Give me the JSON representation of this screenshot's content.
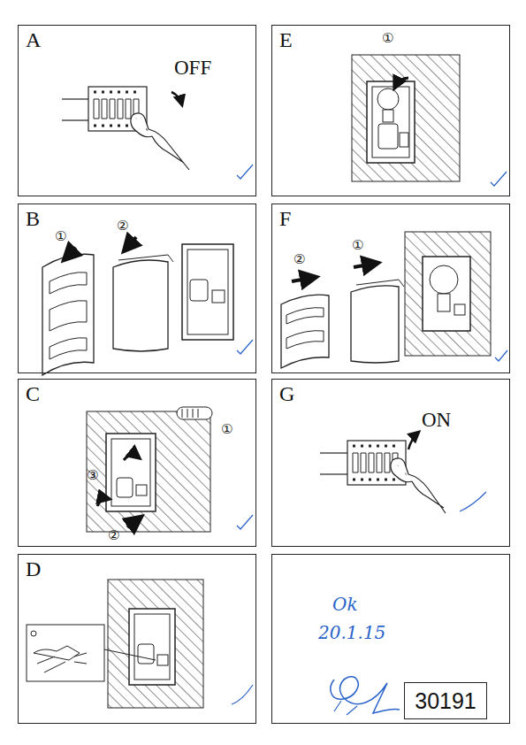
{
  "diagram": {
    "nodes": [
      {
        "text": [
          "A"
        ]
      },
      {
        "text": [
          "E"
        ]
      },
      {
        "text": [
          "B"
        ]
      },
      {
        "text": [
          "F"
        ]
      },
      {
        "text": [
          "C"
        ]
      },
      {
        "text": [
          "G"
        ]
      },
      {
        "text": [
          "D"
        ]
      },
      {
        "text": [
          "Ok",
          "20.1.15"
        ]
      },
      {
        "text": [
          "30191"
        ],
        "in": 7
      }
    ],
    "labels": [
      "OFF",
      "①",
      "①",
      "②",
      "②",
      "①",
      "①",
      "③",
      "②",
      "ON"
    ]
  }
}
